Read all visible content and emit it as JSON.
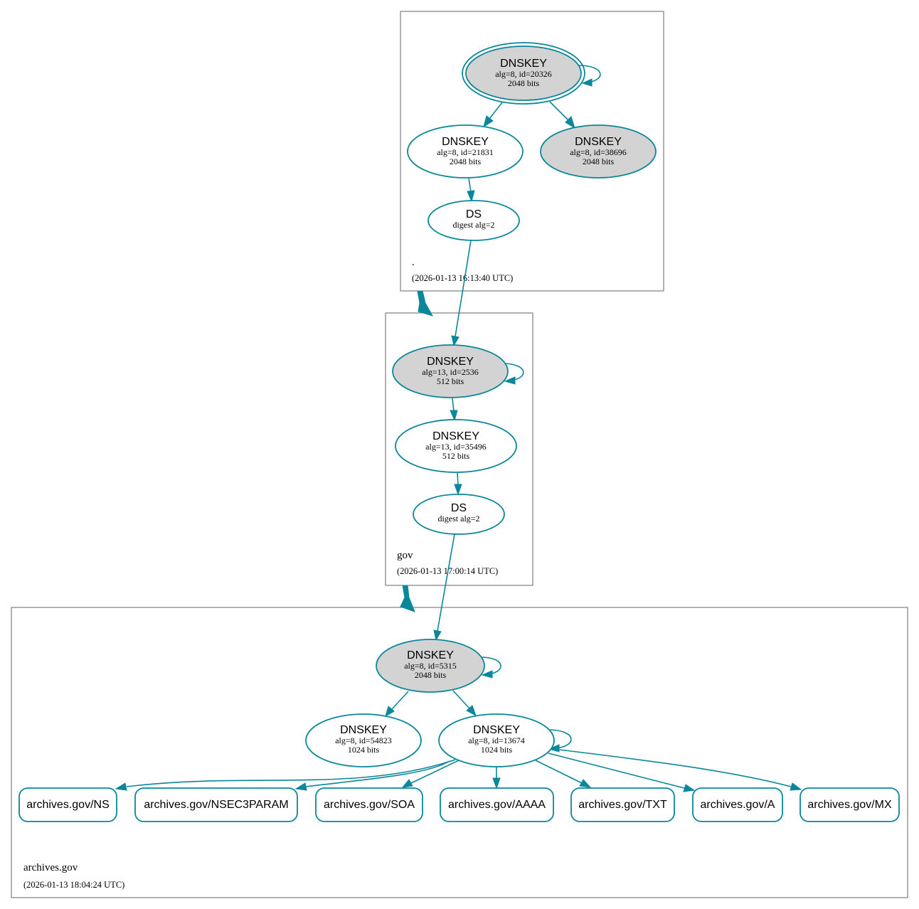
{
  "colors": {
    "edge": "#0a879a",
    "ksk_fill": "#d3d3d3",
    "zsk_fill": "#ffffff",
    "zone_border": "#666666"
  },
  "zones": {
    "root": {
      "label": ".",
      "timestamp": "(2026-01-13 16:13:40 UTC)"
    },
    "gov": {
      "label": "gov",
      "timestamp": "(2026-01-13 17:00:14 UTC)"
    },
    "archives": {
      "label": "archives.gov",
      "timestamp": "(2026-01-13 18:04:24 UTC)"
    }
  },
  "nodes": {
    "root_ksk": {
      "title": "DNSKEY",
      "line1": "alg=8, id=20326",
      "line2": "2048 bits"
    },
    "root_zsk1": {
      "title": "DNSKEY",
      "line1": "alg=8, id=21831",
      "line2": "2048 bits"
    },
    "root_zsk2": {
      "title": "DNSKEY",
      "line1": "alg=8, id=38696",
      "line2": "2048 bits"
    },
    "root_ds": {
      "title": "DS",
      "line1": "digest alg=2"
    },
    "gov_ksk": {
      "title": "DNSKEY",
      "line1": "alg=13, id=2536",
      "line2": "512 bits"
    },
    "gov_zsk": {
      "title": "DNSKEY",
      "line1": "alg=13, id=35496",
      "line2": "512 bits"
    },
    "gov_ds": {
      "title": "DS",
      "line1": "digest alg=2"
    },
    "arch_ksk": {
      "title": "DNSKEY",
      "line1": "alg=8, id=5315",
      "line2": "2048 bits"
    },
    "arch_zsk1": {
      "title": "DNSKEY",
      "line1": "alg=8, id=54823",
      "line2": "1024 bits"
    },
    "arch_zsk2": {
      "title": "DNSKEY",
      "line1": "alg=8, id=13674",
      "line2": "1024 bits"
    }
  },
  "rrsets": [
    "archives.gov/NS",
    "archives.gov/NSEC3PARAM",
    "archives.gov/SOA",
    "archives.gov/AAAA",
    "archives.gov/TXT",
    "archives.gov/A",
    "archives.gov/MX"
  ]
}
